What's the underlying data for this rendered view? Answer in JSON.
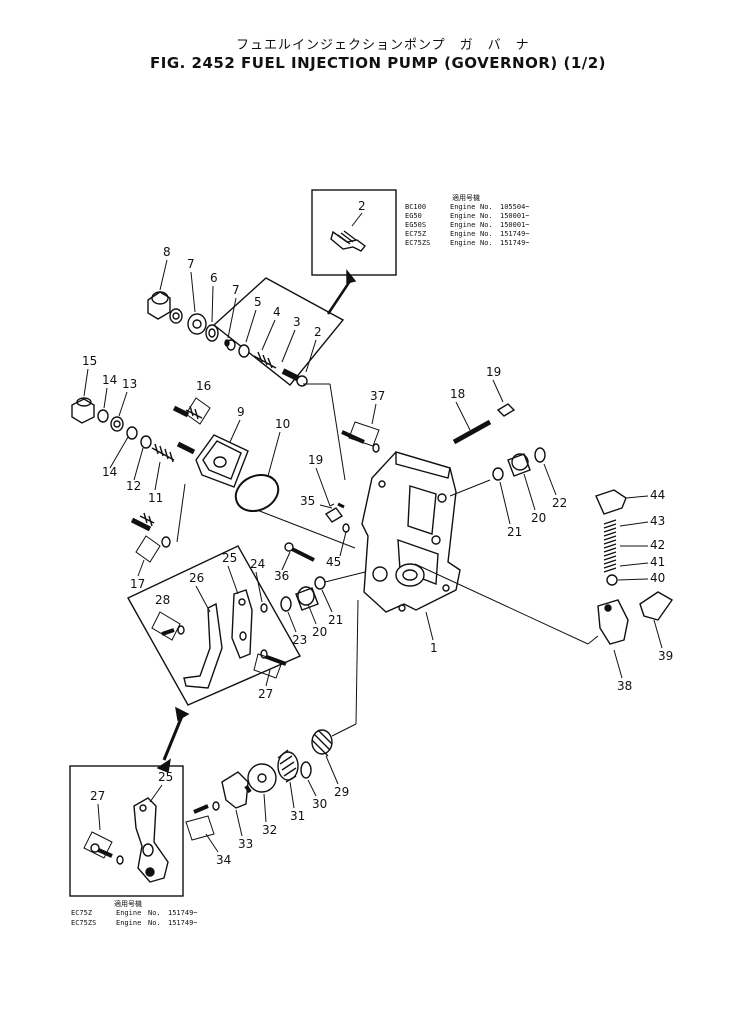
{
  "header": {
    "title_jp": "フュエルインジェクションポンプ　ガ　バ　ナ",
    "title": "FIG. 2452  FUEL INJECTION PUMP (GOVERNOR) (1/2)"
  },
  "inset_top": {
    "header": "適用号機",
    "rows": [
      {
        "model": "BC100",
        "label": "Engine",
        "no": "No.",
        "serial": "105504~"
      },
      {
        "model": "EG50",
        "label": "Engine",
        "no": "No.",
        "serial": "150001~"
      },
      {
        "model": "EG50S",
        "label": "Engine",
        "no": "No.",
        "serial": "150001~"
      },
      {
        "model": "EC75Z",
        "label": "Engine",
        "no": "No.",
        "serial": "151749~"
      },
      {
        "model": "EC75ZS",
        "label": "Engine",
        "no": "No.",
        "serial": "151749~"
      }
    ]
  },
  "inset_bottom": {
    "header": "適用号機",
    "rows": [
      {
        "model": "EC75Z",
        "label": "Engine",
        "no": "No.",
        "serial": "151749~"
      },
      {
        "model": "EC75ZS",
        "label": "Engine",
        "no": "No.",
        "serial": "151749~"
      }
    ]
  },
  "callouts": {
    "c1": "1",
    "c2a": "2",
    "c2b": "2",
    "c3": "3",
    "c4": "4",
    "c5": "5",
    "c6": "6",
    "c7a": "7",
    "c7b": "7",
    "c8": "8",
    "c9": "9",
    "c10": "10",
    "c11": "11",
    "c12": "12",
    "c13": "13",
    "c14a": "14",
    "c14b": "14",
    "c15": "15",
    "c16": "16",
    "c17": "17",
    "c18": "18",
    "c19a": "19",
    "c19b": "19",
    "c20a": "20",
    "c20b": "20",
    "c21a": "21",
    "c21b": "21",
    "c22": "22",
    "c23": "23",
    "c24": "24",
    "c25a": "25",
    "c25b": "25",
    "c26": "26",
    "c27a": "27",
    "c27b": "27",
    "c28": "28",
    "c29": "29",
    "c30": "30",
    "c31": "31",
    "c32": "32",
    "c33": "33",
    "c34": "34",
    "c35": "35",
    "c36": "36",
    "c37": "37",
    "c38": "38",
    "c39": "39",
    "c40": "40",
    "c41": "41",
    "c42": "42",
    "c43": "43",
    "c44": "44",
    "c45": "45"
  }
}
